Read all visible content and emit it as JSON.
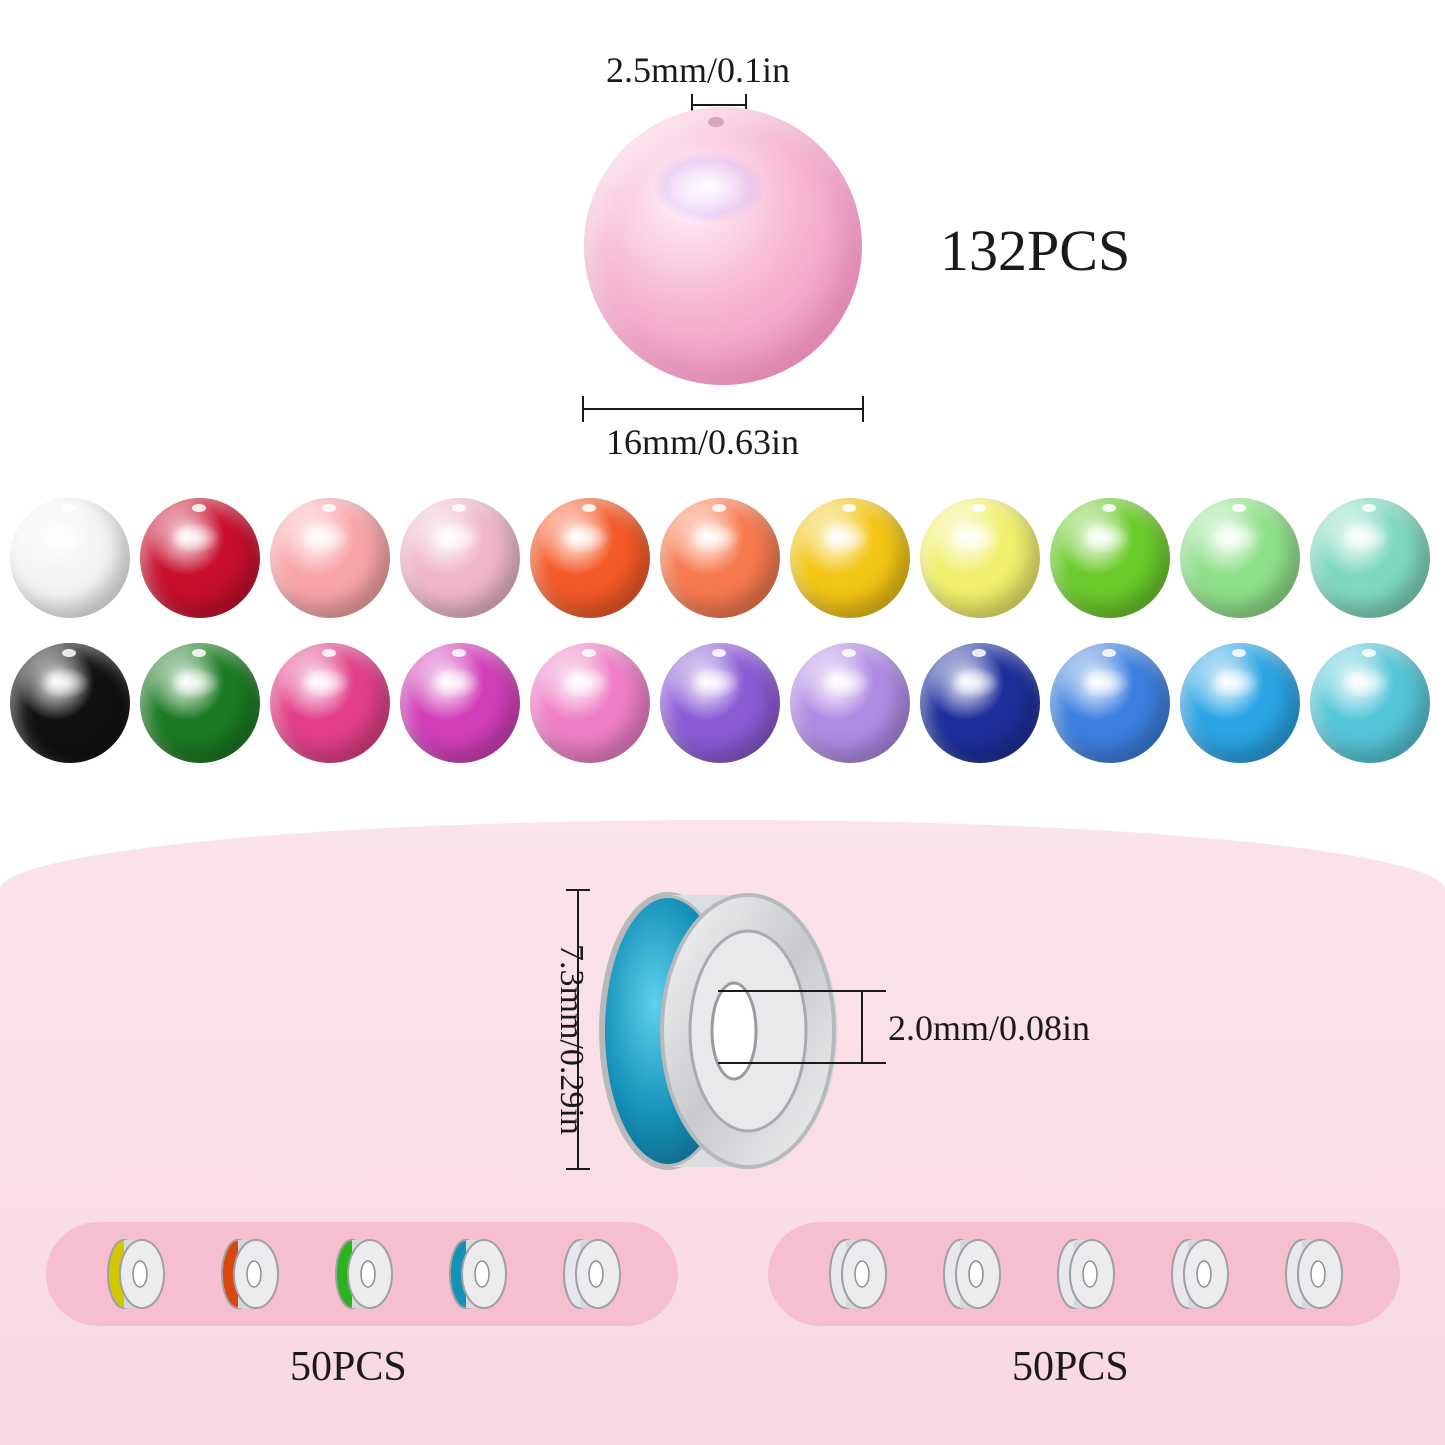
{
  "top": {
    "hole_label": "2.5mm/0.1in",
    "diameter_label": "16mm/0.63in",
    "count_label": "132PCS",
    "bead_color": "#f5aecb"
  },
  "bead_rows": [
    [
      "#f4f4f6",
      "#c8102e",
      "#f9a5a8",
      "#f0b7c8",
      "#f45a28",
      "#f77a4f",
      "#f3c515",
      "#f1ef6b",
      "#6ccb2c",
      "#8fe08a",
      "#7fd9bf"
    ],
    [
      "#111111",
      "#1b7a22",
      "#e23f88",
      "#d13fb8",
      "#ee7fc6",
      "#8b5bd6",
      "#b08be5",
      "#1e2f9c",
      "#3c7fe0",
      "#2aa4e4",
      "#55c6d9"
    ]
  ],
  "spacer": {
    "height_label": "7.3mm/0.29in",
    "hole_label": "2.0mm/0.08in",
    "crystal_color": "#1590b8",
    "metal_color": "#dcdde0"
  },
  "colored_spacers": {
    "count_label": "50PCS",
    "colors": [
      "#d4c600",
      "#d9460e",
      "#29b41e",
      "#1590b8",
      "#e6e6f0"
    ]
  },
  "clear_spacers": {
    "count_label": "50PCS",
    "colors": [
      "#e8e8ec",
      "#e8e8ec",
      "#e8e8ec",
      "#e8e8ec",
      "#e8e8ec"
    ]
  }
}
